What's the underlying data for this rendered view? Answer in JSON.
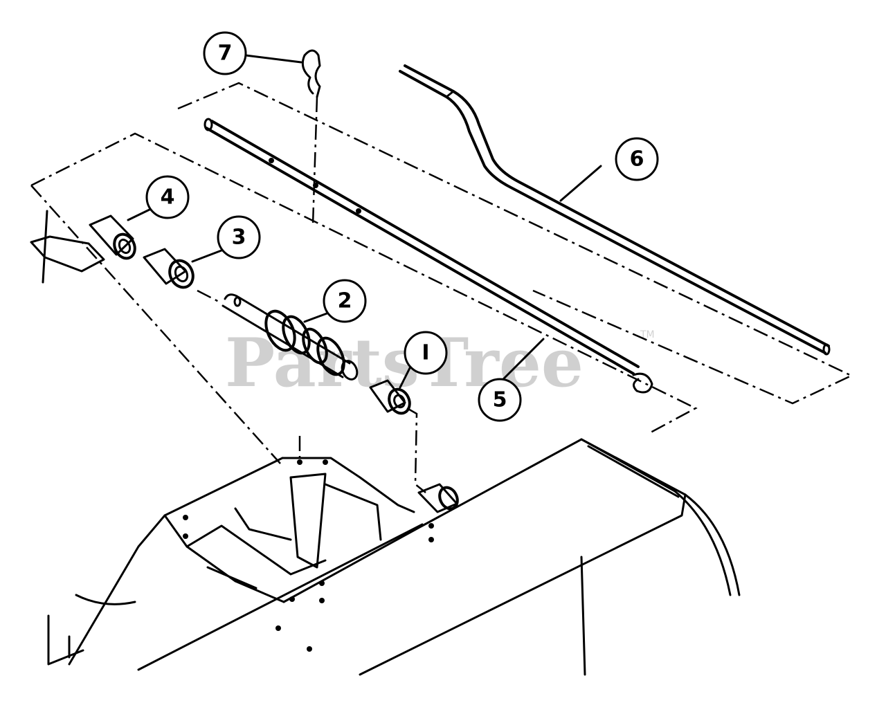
{
  "callouts": [
    {
      "id": "1",
      "label": "I"
    },
    {
      "id": "2",
      "label": "2"
    },
    {
      "id": "3",
      "label": "3"
    },
    {
      "id": "4",
      "label": "4"
    },
    {
      "id": "5",
      "label": "5"
    },
    {
      "id": "6",
      "label": "6"
    },
    {
      "id": "7",
      "label": "7"
    }
  ],
  "watermark": {
    "text": "PartsTree",
    "trademark": "TM"
  },
  "colors": {
    "ink": "#000000",
    "paper": "#ffffff"
  }
}
